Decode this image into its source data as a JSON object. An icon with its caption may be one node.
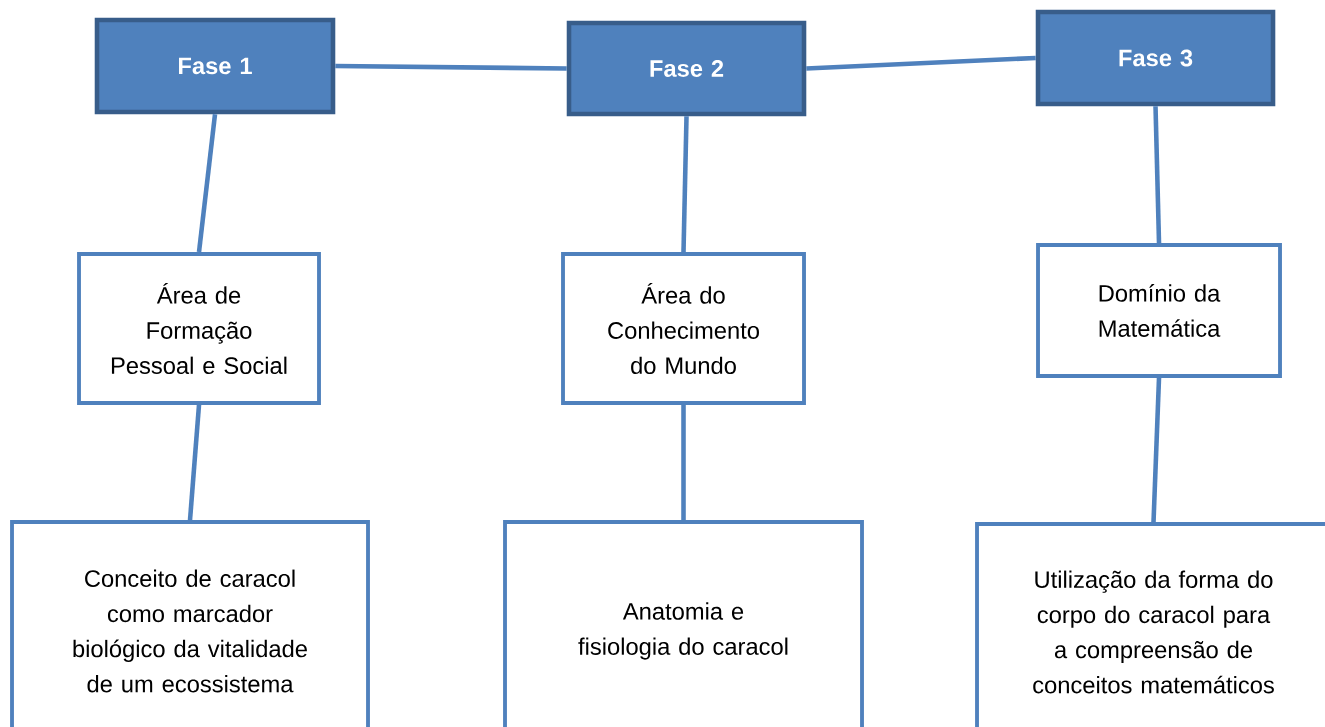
{
  "diagram": {
    "nodes": [
      {
        "text": [
          "Fase 1"
        ]
      },
      {
        "text": [
          "Fase 2"
        ]
      },
      {
        "text": [
          "Fase 3"
        ]
      },
      {
        "text": [
          "Área de Formação Pessoal e Social"
        ]
      },
      {
        "text": [
          "Área do Conhecimento do Mundo"
        ]
      },
      {
        "text": [
          "Domínio da Matemática"
        ]
      },
      {
        "text": [
          "Conceito de caracol como marcador biológico da vitalidade de um ecossistema"
        ]
      },
      {
        "text": [
          "Anatomia e fisiologia do caracol"
        ]
      },
      {
        "text": [
          "Utilização da forma do corpo do caracol para a compreensão de conceitos matemáticos"
        ]
      }
    ],
    "edges": [
      {
        "from": 0,
        "to": 1,
        "arrow": "none"
      },
      {
        "from": 1,
        "to": 2,
        "arrow": "none"
      },
      {
        "from": 0,
        "to": 3,
        "arrow": "none"
      },
      {
        "from": 1,
        "to": 4,
        "arrow": "none"
      },
      {
        "from": 2,
        "to": 5,
        "arrow": "none"
      },
      {
        "from": 3,
        "to": 6,
        "arrow": "none"
      },
      {
        "from": 4,
        "to": 7,
        "arrow": "none"
      },
      {
        "from": 5,
        "to": 8,
        "arrow": "none"
      }
    ]
  }
}
